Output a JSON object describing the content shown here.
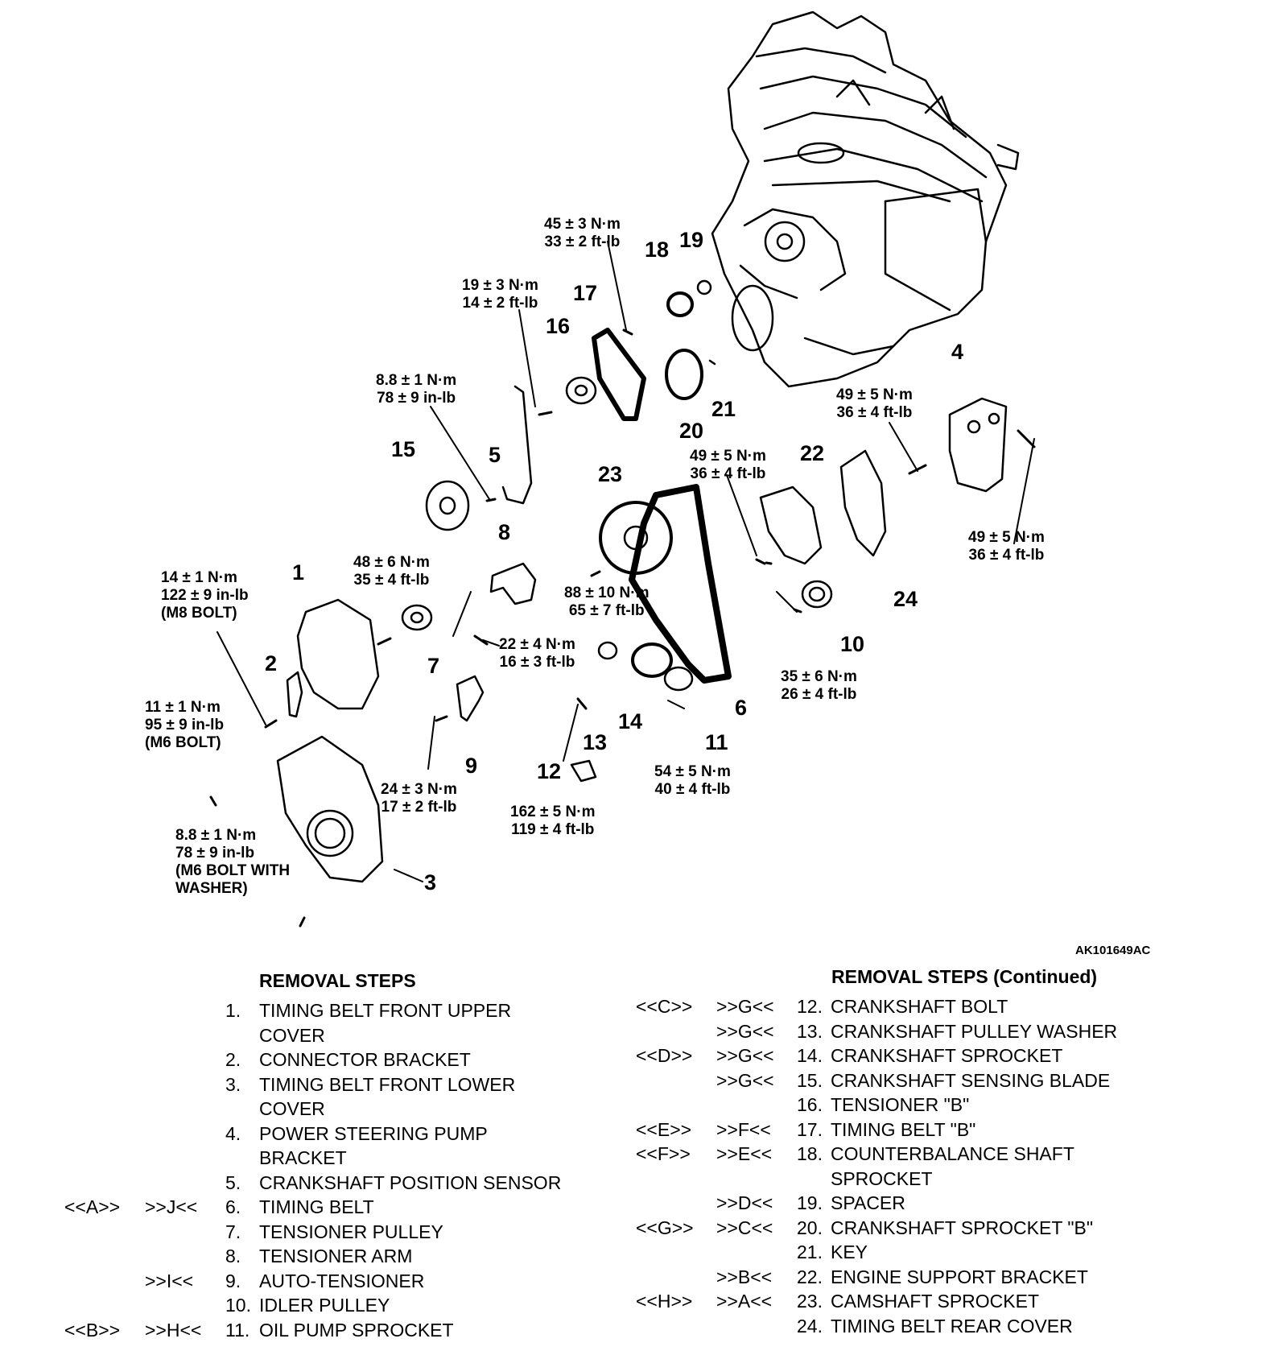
{
  "figure_id": "AK101649AC",
  "callouts": [
    {
      "n": "1"
    },
    {
      "n": "2"
    },
    {
      "n": "3"
    },
    {
      "n": "4"
    },
    {
      "n": "5"
    },
    {
      "n": "6"
    },
    {
      "n": "7"
    },
    {
      "n": "8"
    },
    {
      "n": "9"
    },
    {
      "n": "10"
    },
    {
      "n": "11"
    },
    {
      "n": "12"
    },
    {
      "n": "13"
    },
    {
      "n": "14"
    },
    {
      "n": "15"
    },
    {
      "n": "16"
    },
    {
      "n": "17"
    },
    {
      "n": "18"
    },
    {
      "n": "19"
    },
    {
      "n": "20"
    },
    {
      "n": "21"
    },
    {
      "n": "22"
    },
    {
      "n": "23"
    },
    {
      "n": "24"
    }
  ],
  "torque_specs": [
    {
      "lines": [
        "45 ± 3 N·m",
        "33 ± 2 ft-lb"
      ]
    },
    {
      "lines": [
        "19 ± 3 N·m",
        "14 ± 2 ft-lb"
      ]
    },
    {
      "lines": [
        "8.8 ± 1 N·m",
        "78 ± 9 in-lb"
      ]
    },
    {
      "lines": [
        "49 ± 5 N·m",
        "36 ± 4 ft-lb"
      ]
    },
    {
      "lines": [
        "49 ± 5 N·m",
        "36 ± 4 ft-lb"
      ]
    },
    {
      "lines": [
        "49 ± 5 N·m",
        "36 ± 4 ft-lb"
      ]
    },
    {
      "lines": [
        "48 ± 6 N·m",
        "35 ± 4 ft-lb"
      ]
    },
    {
      "lines": [
        "14 ± 1 N·m",
        "122 ± 9 in-lb",
        "(M8 BOLT)"
      ]
    },
    {
      "lines": [
        "88 ± 10 N·m",
        "65 ± 7 ft-lb"
      ]
    },
    {
      "lines": [
        "22 ± 4 N·m",
        "16 ± 3 ft-lb"
      ]
    },
    {
      "lines": [
        "35 ± 6 N·m",
        "26 ± 4 ft-lb"
      ]
    },
    {
      "lines": [
        "11 ± 1 N·m",
        "95 ± 9 in-lb",
        "(M6 BOLT)"
      ]
    },
    {
      "lines": [
        "24 ± 3 N·m",
        "17 ± 2 ft-lb"
      ]
    },
    {
      "lines": [
        "54 ± 5 N·m",
        "40 ± 4 ft-lb"
      ]
    },
    {
      "lines": [
        "162 ± 5 N·m",
        "119 ± 4 ft-lb"
      ]
    },
    {
      "lines": [
        "8.8 ± 1 N·m",
        "78 ± 9 in-lb",
        "(M6 BOLT WITH",
        "WASHER)"
      ]
    }
  ],
  "removal_steps": {
    "heading": "REMOVAL STEPS",
    "heading_continued": "REMOVAL STEPS (Continued)",
    "left": [
      {
        "code_a": "",
        "code_b": "",
        "num": "1.",
        "text": "TIMING BELT FRONT UPPER"
      },
      {
        "code_a": "",
        "code_b": "",
        "num": "",
        "text": "COVER"
      },
      {
        "code_a": "",
        "code_b": "",
        "num": "2.",
        "text": "CONNECTOR BRACKET"
      },
      {
        "code_a": "",
        "code_b": "",
        "num": "3.",
        "text": "TIMING BELT FRONT LOWER"
      },
      {
        "code_a": "",
        "code_b": "",
        "num": "",
        "text": "COVER"
      },
      {
        "code_a": "",
        "code_b": "",
        "num": "4.",
        "text": "POWER STEERING PUMP"
      },
      {
        "code_a": "",
        "code_b": "",
        "num": "",
        "text": "BRACKET"
      },
      {
        "code_a": "",
        "code_b": "",
        "num": "5.",
        "text": "CRANKSHAFT POSITION SENSOR"
      },
      {
        "code_a": "<<A>>",
        "code_b": ">>J<<",
        "num": "6.",
        "text": "TIMING BELT"
      },
      {
        "code_a": "",
        "code_b": "",
        "num": "7.",
        "text": "TENSIONER PULLEY"
      },
      {
        "code_a": "",
        "code_b": "",
        "num": "8.",
        "text": "TENSIONER ARM"
      },
      {
        "code_a": "",
        "code_b": ">>I<<",
        "num": "9.",
        "text": "AUTO-TENSIONER"
      },
      {
        "code_a": "",
        "code_b": "",
        "num": "10.",
        "text": "IDLER PULLEY"
      },
      {
        "code_a": "<<B>>",
        "code_b": ">>H<<",
        "num": "11.",
        "text": "OIL PUMP SPROCKET"
      }
    ],
    "right": [
      {
        "code_a": "<<C>>",
        "code_b": ">>G<<",
        "num": "12.",
        "text": "CRANKSHAFT BOLT"
      },
      {
        "code_a": "",
        "code_b": ">>G<<",
        "num": "13.",
        "text": "CRANKSHAFT PULLEY WASHER"
      },
      {
        "code_a": "<<D>>",
        "code_b": ">>G<<",
        "num": "14.",
        "text": "CRANKSHAFT SPROCKET"
      },
      {
        "code_a": "",
        "code_b": ">>G<<",
        "num": "15.",
        "text": "CRANKSHAFT SENSING BLADE"
      },
      {
        "code_a": "",
        "code_b": "",
        "num": "16.",
        "text": "TENSIONER \"B\""
      },
      {
        "code_a": "<<E>>",
        "code_b": ">>F<<",
        "num": "17.",
        "text": "TIMING BELT \"B\""
      },
      {
        "code_a": "<<F>>",
        "code_b": ">>E<<",
        "num": "18.",
        "text": "COUNTERBALANCE SHAFT"
      },
      {
        "code_a": "",
        "code_b": "",
        "num": "",
        "text": "SPROCKET"
      },
      {
        "code_a": "",
        "code_b": ">>D<<",
        "num": "19.",
        "text": "SPACER"
      },
      {
        "code_a": "<<G>>",
        "code_b": ">>C<<",
        "num": "20.",
        "text": "CRANKSHAFT SPROCKET \"B\""
      },
      {
        "code_a": "",
        "code_b": "",
        "num": "21.",
        "text": "KEY"
      },
      {
        "code_a": "",
        "code_b": ">>B<<",
        "num": "22.",
        "text": "ENGINE SUPPORT BRACKET"
      },
      {
        "code_a": "<<H>>",
        "code_b": ">>A<<",
        "num": "23.",
        "text": "CAMSHAFT SPROCKET"
      },
      {
        "code_a": "",
        "code_b": "",
        "num": "24.",
        "text": "TIMING BELT REAR COVER"
      }
    ]
  }
}
